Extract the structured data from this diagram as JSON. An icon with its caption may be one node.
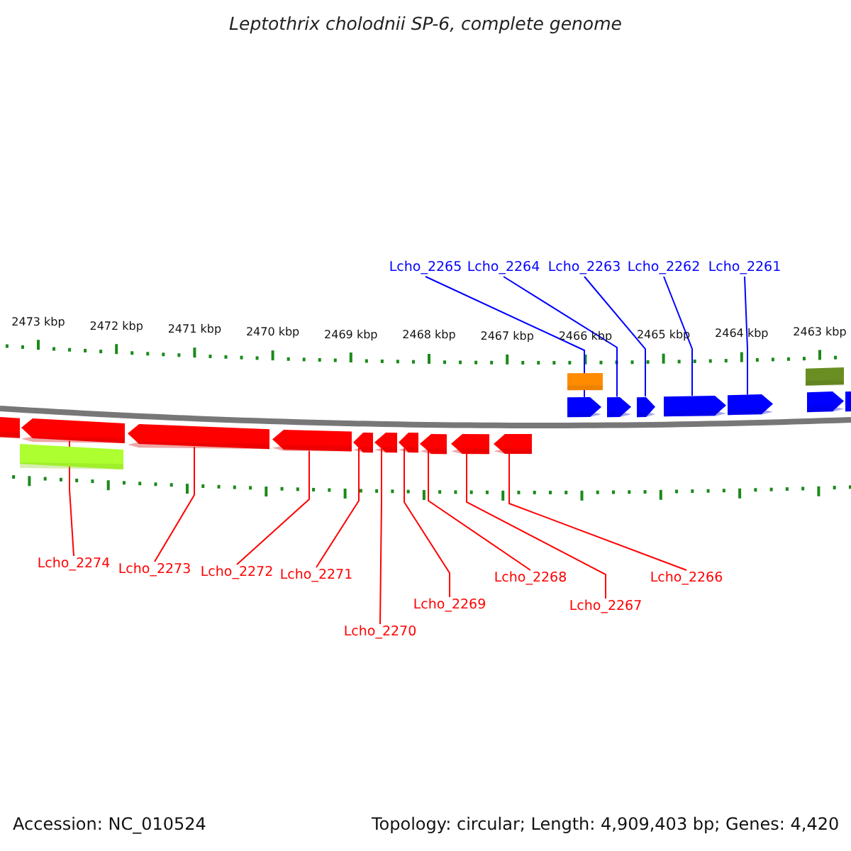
{
  "diagram": {
    "title": "Leptothrix cholodnii SP-6, complete genome",
    "nodes": [
      {
        "text": [
          "Lcho_2265"
        ]
      },
      {
        "text": [
          "Lcho_2264"
        ]
      },
      {
        "text": [
          "Lcho_2263"
        ]
      },
      {
        "text": [
          "Lcho_2262"
        ]
      },
      {
        "text": [
          "Lcho_2261"
        ]
      },
      {
        "text": [
          "Lcho_2274"
        ]
      },
      {
        "text": [
          "Lcho_2273"
        ]
      },
      {
        "text": [
          "Lcho_2272"
        ]
      },
      {
        "text": [
          "Lcho_2271"
        ]
      },
      {
        "text": [
          "Lcho_2270"
        ]
      },
      {
        "text": [
          "Lcho_2269"
        ]
      },
      {
        "text": [
          "Lcho_2268"
        ]
      },
      {
        "text": [
          "Lcho_2267"
        ]
      },
      {
        "text": [
          "Lcho_2266"
        ]
      },
      {
        "text": [],
        "shape": "box"
      },
      {
        "text": [],
        "shape": "box"
      },
      {
        "text": [],
        "shape": "arrow"
      },
      {
        "text": [],
        "shape": "arrow"
      },
      {
        "text": [],
        "shape": "arrow"
      },
      {
        "text": [],
        "shape": "arrow"
      },
      {
        "text": [],
        "shape": "arrow"
      },
      {
        "text": [],
        "shape": "arrow"
      },
      {
        "text": [],
        "shape": "box"
      },
      {
        "text": [],
        "shape": "box"
      },
      {
        "text": [],
        "shape": "arrow"
      },
      {
        "text": [],
        "shape": "arrow"
      },
      {
        "text": [],
        "shape": "arrow"
      },
      {
        "text": [],
        "shape": "arrow"
      },
      {
        "text": [],
        "shape": "arrow"
      },
      {
        "text": [],
        "shape": "arrow"
      },
      {
        "text": [],
        "shape": "arrow"
      },
      {
        "text": [],
        "shape": "arrow"
      },
      {
        "text": [],
        "shape": "arrow"
      },
      {
        "text": [],
        "shape": "box"
      }
    ],
    "edges": [
      {
        "from": 0,
        "to": 16,
        "arrow": "none",
        "color": "#0000ff"
      },
      {
        "from": 1,
        "to": 17,
        "arrow": "none",
        "color": "#0000ff"
      },
      {
        "from": 2,
        "to": 18,
        "arrow": "none",
        "color": "#0000ff"
      },
      {
        "from": 3,
        "to": 19,
        "arrow": "none",
        "color": "#0000ff"
      },
      {
        "from": 4,
        "to": 20,
        "arrow": "none",
        "color": "#0000ff"
      },
      {
        "from": 5,
        "to": 24,
        "arrow": "none"
      },
      {
        "from": 6,
        "to": 25,
        "arrow": "none"
      },
      {
        "from": 7,
        "to": 26,
        "arrow": "none"
      },
      {
        "from": 8,
        "to": 27,
        "arrow": "none"
      },
      {
        "from": 9,
        "to": 28,
        "arrow": "none"
      },
      {
        "from": 10,
        "to": 29,
        "arrow": "none"
      },
      {
        "from": 11,
        "to": 30,
        "arrow": "none"
      },
      {
        "from": 12,
        "to": 31,
        "arrow": "none"
      },
      {
        "from": 13,
        "to": 32,
        "arrow": "none"
      }
    ],
    "labels": [
      "2473 kbp",
      "2472 kbp",
      "2471 kbp",
      "2470 kbp",
      "2469 kbp",
      "2468 kbp",
      "2467 kbp",
      "2466 kbp",
      "2465 kbp",
      "2464 kbp",
      "2463 kbp",
      "Accession: NC_010524",
      "Topology: circular; Length: 4,909,403 bp; Genes: 4,420"
    ]
  }
}
